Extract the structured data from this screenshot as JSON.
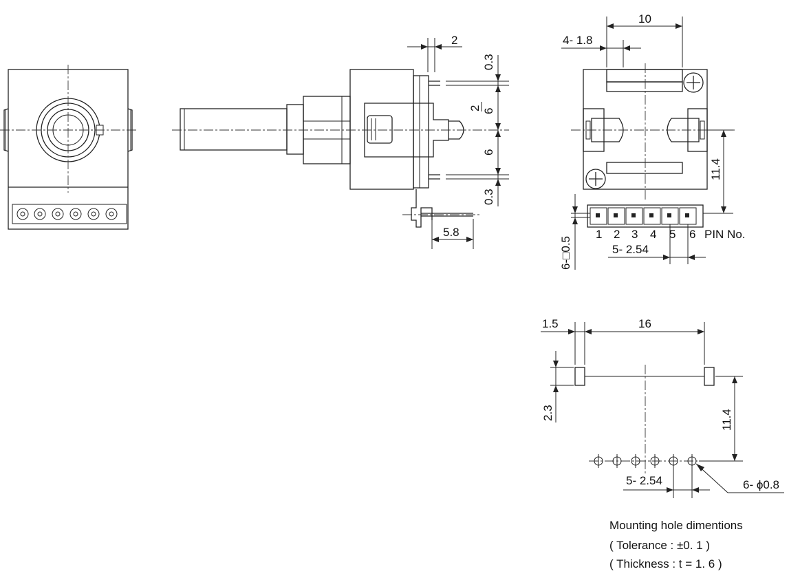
{
  "front_view": {
    "pins": 6
  },
  "side_view": {
    "dims": {
      "lead_width": "2",
      "gap_top": "0.3",
      "gap_bottom": "0.3",
      "half_top": "6",
      "half_bottom": "6",
      "half_frac": "2",
      "pin_length": "5.8"
    }
  },
  "rear_view": {
    "dims": {
      "width": "10",
      "slot": "4- 1.8",
      "height": "11.4",
      "pin_square": "6-□0.5",
      "pitch": "5- 2.54"
    },
    "pin_numbers": [
      "1",
      "2",
      "3",
      "4",
      "5",
      "6"
    ],
    "pin_no_label": "PIN No."
  },
  "mounting": {
    "dims": {
      "tab": "1.5",
      "span": "16",
      "tab_height": "2.3",
      "height": "11.4",
      "pitch": "5- 2.54",
      "hole": "6- ϕ0.8"
    },
    "notes": {
      "title": "Mounting hole dimentions",
      "tolerance": "( Tolerance :  ±0. 1 )",
      "thickness": "( Thickness :  t = 1. 6 )"
    }
  }
}
